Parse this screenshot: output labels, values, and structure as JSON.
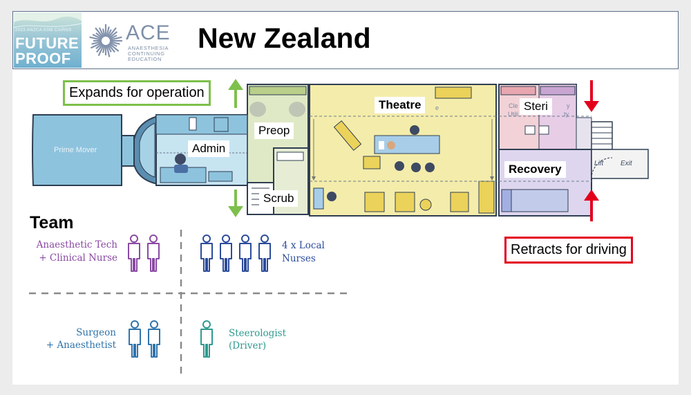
{
  "header": {
    "title": "New Zealand",
    "conference_logo": {
      "small_text": "2023 ANZCA ASM CAIRNS",
      "line1": "FUTURE",
      "line2": "PROOF"
    },
    "ace_logo": {
      "word": "ACE",
      "line1": "ANAESTHESIA",
      "line2": "CONTINUING",
      "line3": "EDUCATION"
    }
  },
  "floorplan": {
    "rooms": {
      "prime_mover": "Prime Mover",
      "admin": "Admin",
      "preop": "Preop",
      "scrub": "Scrub",
      "theatre": "Theatre",
      "steri": "Steri",
      "recovery": "Recovery"
    },
    "faint_labels": {
      "clean": "Cle",
      "utility": "Utili",
      "dirty_y": "y",
      "dirty_ty": "ty",
      "theatre_e": "e"
    },
    "exit_labels": {
      "lift": "Lift",
      "exit": "Exit"
    },
    "callouts": {
      "expands": "Expands for operation",
      "retracts": "Retracts for driving"
    },
    "colors": {
      "expand_arrow": "#7dc04b",
      "retract_arrow": "#e3001b",
      "theatre_fill": "#f4ecaa",
      "prime_mover_fill": "#8ec3dd",
      "steri_fill": "#f2d2d6",
      "recovery_fill": "#ddd6ee"
    }
  },
  "team": {
    "heading": "Team",
    "groups": [
      {
        "line1": "Anaesthetic Tech",
        "line2": "+ Clinical Nurse",
        "people": 2,
        "color": "#8a4aa3"
      },
      {
        "line1": "4 x Local",
        "line2": "Nurses",
        "people": 4,
        "color": "#2b4c9a"
      },
      {
        "line1": "Surgeon",
        "line2": "+ Anaesthetist",
        "people": 2,
        "color": "#3074ab"
      },
      {
        "line1": "Steerologist",
        "line2": "(Driver)",
        "people": 1,
        "color": "#2f9a8f"
      }
    ]
  }
}
